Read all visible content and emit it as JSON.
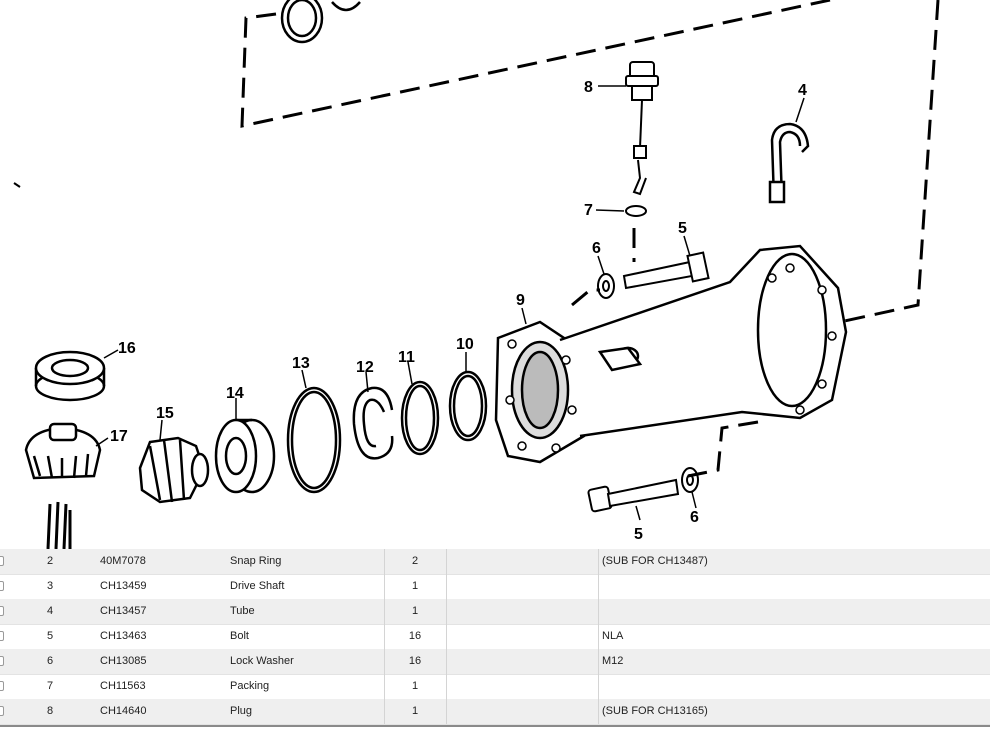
{
  "diagram": {
    "callouts": [
      "4",
      "5",
      "5",
      "6",
      "6",
      "7",
      "8",
      "9",
      "10",
      "11",
      "12",
      "13",
      "14",
      "15",
      "16",
      "17"
    ]
  },
  "parts_table": {
    "rows": [
      {
        "ref": "2",
        "part_no": "40M7078",
        "description": "Snap Ring",
        "qty": "2",
        "remarks": "(SUB FOR CH13487)"
      },
      {
        "ref": "3",
        "part_no": "CH13459",
        "description": "Drive Shaft",
        "qty": "1",
        "remarks": ""
      },
      {
        "ref": "4",
        "part_no": "CH13457",
        "description": "Tube",
        "qty": "1",
        "remarks": ""
      },
      {
        "ref": "5",
        "part_no": "CH13463",
        "description": "Bolt",
        "qty": "16",
        "remarks": "NLA"
      },
      {
        "ref": "6",
        "part_no": "CH13085",
        "description": "Lock Washer",
        "qty": "16",
        "remarks": "M12"
      },
      {
        "ref": "7",
        "part_no": "CH11563",
        "description": "Packing",
        "qty": "1",
        "remarks": ""
      },
      {
        "ref": "8",
        "part_no": "CH14640",
        "description": "Plug",
        "qty": "1",
        "remarks": "(SUB FOR CH13165)"
      }
    ]
  }
}
